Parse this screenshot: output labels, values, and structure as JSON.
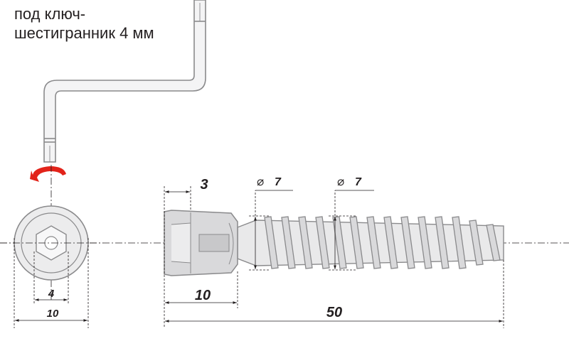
{
  "caption": {
    "line1": "под ключ-",
    "line2": "шестигранник 4 мм"
  },
  "dimensions": {
    "hex_size": "4",
    "head_diameter": "10",
    "head_cap_length": "3",
    "head_length": "10",
    "total_length": "50",
    "thread_diameter_1": "7",
    "thread_diameter_2": "7",
    "diameter_symbol": "⌀"
  },
  "colors": {
    "outline": "#8a8a8c",
    "fill": "#d9d9db",
    "dimension_line": "#231f20",
    "rotation_arrow": "#e2231a"
  },
  "icons": {
    "rotation": "rotation-arrow-icon"
  }
}
